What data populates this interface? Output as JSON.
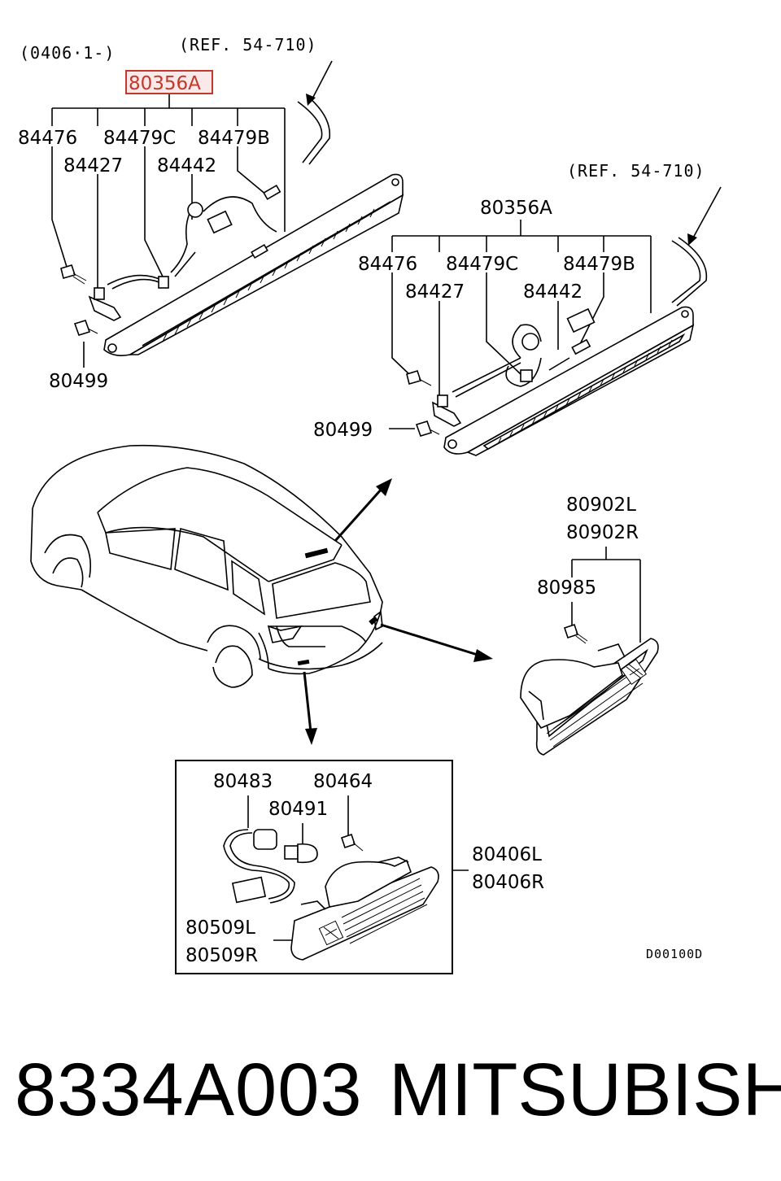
{
  "diagram": {
    "date_range": "(0406·1-)",
    "ref_top": "(REF. 54-710)",
    "ref_right": "(REF. 54-710)",
    "highlighted_part": "80356A",
    "assembly_right": "80356A",
    "top_left_labels": {
      "p84476": "84476",
      "p84479c": "84479C",
      "p84479b": "84479B",
      "p84427": "84427",
      "p84442": "84442",
      "p80499": "80499"
    },
    "top_right_labels": {
      "p84476": "84476",
      "p84479c": "84479C",
      "p84479b": "84479B",
      "p84427": "84427",
      "p84442": "84442",
      "p80499": "80499"
    },
    "reflector_labels": {
      "p80902l": "80902L",
      "p80902r": "80902R",
      "p80985": "80985"
    },
    "box_labels": {
      "p80483": "80483",
      "p80464": "80464",
      "p80491": "80491",
      "p80406l": "80406L",
      "p80406r": "80406R",
      "p80509l": "80509L",
      "p80509r": "80509R"
    },
    "diagram_code": "D00100D"
  },
  "footer": {
    "part_number": "8334A003",
    "brand": "MITSUBISHI"
  }
}
